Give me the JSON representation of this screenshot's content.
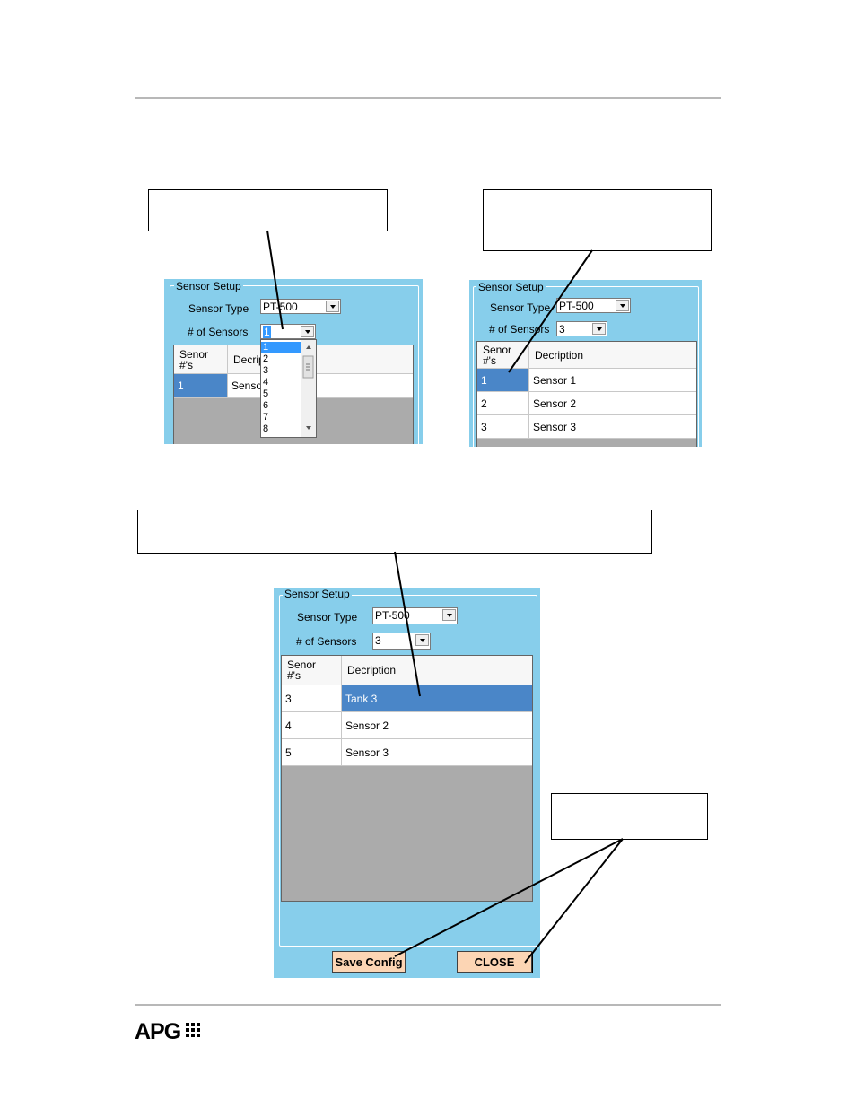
{
  "panel1": {
    "group_title": "Sensor Setup",
    "sensor_type_label": "Sensor Type",
    "sensor_type_value": "PT-500",
    "num_sensors_label": "# of Sensors",
    "num_sensors_value": "1",
    "dropdown_options": [
      "1",
      "2",
      "3",
      "4",
      "5",
      "6",
      "7",
      "8"
    ],
    "grid_headers": [
      "Senor\n#'s",
      "Decrip"
    ],
    "rows": [
      {
        "num": "1",
        "desc": "Senso"
      }
    ]
  },
  "panel2": {
    "group_title": "Sensor Setup",
    "sensor_type_label": "Sensor Type",
    "sensor_type_value": "PT-500",
    "num_sensors_label": "# of Sensors",
    "num_sensors_value": "3",
    "grid_headers": [
      "Senor\n#'s",
      "Decription"
    ],
    "rows": [
      {
        "num": "1",
        "desc": "Sensor 1"
      },
      {
        "num": "2",
        "desc": "Sensor 2"
      },
      {
        "num": "3",
        "desc": "Sensor 3"
      }
    ]
  },
  "panel3": {
    "group_title": "Sensor Setup",
    "sensor_type_label": "Sensor Type",
    "sensor_type_value": "PT-500",
    "num_sensors_label": "# of Sensors",
    "num_sensors_value": "3",
    "grid_headers": [
      "Senor\n#'s",
      "Decription"
    ],
    "rows": [
      {
        "num": "3",
        "desc": "Tank 3"
      },
      {
        "num": "4",
        "desc": "Sensor 2"
      },
      {
        "num": "5",
        "desc": "Sensor 3"
      }
    ],
    "save_label": "Save Config",
    "close_label": "CLOSE"
  },
  "footer": {
    "logo_text": "APG"
  }
}
